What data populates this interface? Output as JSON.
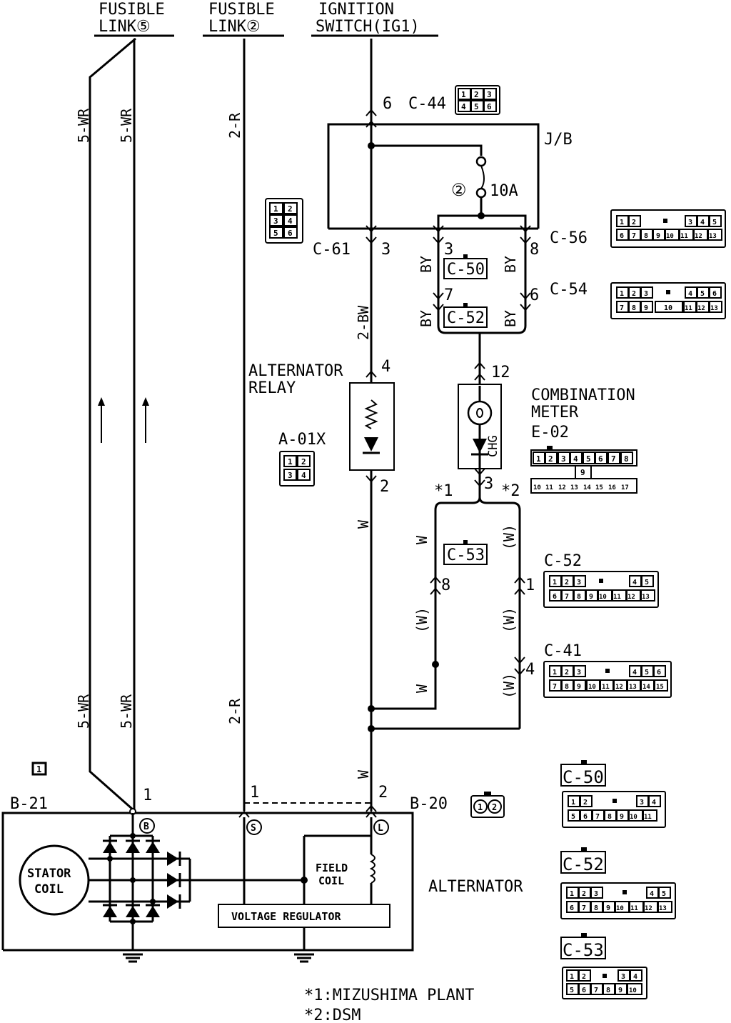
{
  "sources": {
    "fusible_link_5_l1": "FUSIBLE",
    "fusible_link_5_l2": "LINK⑤",
    "fusible_link_2_l1": "FUSIBLE",
    "fusible_link_2_l2": "LINK②",
    "ignition_l1": "IGNITION",
    "ignition_l2": "SWITCH(IG1)"
  },
  "wires": {
    "wr_left": "5-WR",
    "wr_right": "5-WR",
    "r": "2-R",
    "bw": "2-BW",
    "w": "W",
    "w_paren": "(W)",
    "by": "BY"
  },
  "connectors": {
    "c44": "C-44",
    "jb": "J/B",
    "c61": "C-61",
    "c56": "C-56",
    "c54": "C-54",
    "c50": "C-50",
    "c52": "C-52",
    "c53": "C-53",
    "c41": "C-41",
    "a01x": "A-01X",
    "e02": "E-02",
    "b21": "B-21",
    "b20": "B-20"
  },
  "pins": {
    "p6": "6",
    "p3": "3",
    "p8": "8",
    "p7": "7",
    "p4": "4",
    "p2": "2",
    "p12": "12",
    "p1": "1",
    "n3": "3",
    "n8": "8",
    "n6": "6"
  },
  "fuse": {
    "number": "②",
    "rating": "10A"
  },
  "components": {
    "alt_relay_l1": "ALTERNATOR",
    "alt_relay_l2": "RELAY",
    "comb_meter_l1": "COMBINATION",
    "comb_meter_l2": "METER",
    "chg": "CHG",
    "stator_l1": "STATOR",
    "stator_l2": "COIL",
    "field_l1": "FIELD",
    "field_l2": "COIL",
    "regulator": "VOLTAGE REGULATOR",
    "alternator": "ALTERNATOR",
    "term_b": "B",
    "term_s": "S",
    "term_l": "L"
  },
  "variants": {
    "v1": "*1",
    "v2": "*2"
  },
  "legend": {
    "note1": "*1:MIZUSHIMA PLANT",
    "note2": "*2:DSM"
  },
  "page_marker": "1",
  "connector_pins": {
    "c44": [
      [
        "1",
        "2",
        "3"
      ],
      [
        "4",
        "5",
        "6"
      ]
    ],
    "c61": [
      [
        "1",
        "2"
      ],
      [
        "3",
        "4"
      ],
      [
        "5",
        "6"
      ]
    ],
    "c56": [
      [
        "1",
        "2",
        "",
        "3",
        "4",
        "5"
      ],
      [
        "6",
        "7",
        "8",
        "9",
        "10",
        "11",
        "12",
        "13"
      ]
    ],
    "c54": [
      [
        "1",
        "2",
        "3",
        "",
        "4",
        "5",
        "6"
      ],
      [
        "7",
        "8",
        "9",
        "10",
        "11",
        "12",
        "13"
      ]
    ],
    "a01x": [
      [
        "1",
        "2"
      ],
      [
        "3",
        "4"
      ]
    ],
    "e02": [
      [
        "1",
        "2",
        "3",
        "4",
        "5",
        "6",
        "7",
        "8"
      ],
      [
        "9"
      ],
      [
        "10",
        "11",
        "12",
        "13",
        "14",
        "15",
        "16",
        "17"
      ]
    ],
    "c52a": [
      [
        "1",
        "2",
        "3",
        "",
        "4",
        "5"
      ],
      [
        "6",
        "7",
        "8",
        "9",
        "10",
        "11",
        "12",
        "13"
      ]
    ],
    "c41": [
      [
        "1",
        "2",
        "3",
        "",
        "4",
        "5",
        "6"
      ],
      [
        "7",
        "8",
        "9",
        "10",
        "11",
        "12",
        "13",
        "14",
        "15"
      ]
    ],
    "b20": [
      [
        "1",
        "2"
      ]
    ],
    "c50b": [
      [
        "1",
        "2",
        "",
        "3",
        "4"
      ],
      [
        "5",
        "6",
        "7",
        "8",
        "9",
        "10",
        "11"
      ]
    ],
    "c52b": [
      [
        "1",
        "2",
        "3",
        "",
        "4",
        "5"
      ],
      [
        "6",
        "7",
        "8",
        "9",
        "10",
        "11",
        "12",
        "13"
      ]
    ],
    "c53b": [
      [
        "1",
        "2",
        "",
        "3",
        "4"
      ],
      [
        "5",
        "6",
        "7",
        "8",
        "9",
        "10"
      ]
    ]
  }
}
